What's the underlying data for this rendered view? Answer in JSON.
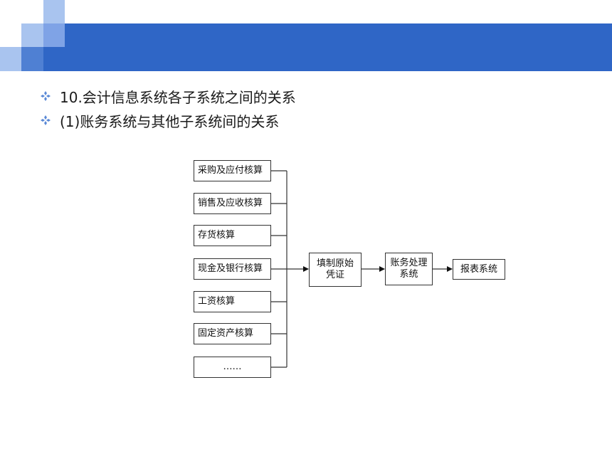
{
  "slide": {
    "bullets": [
      "10.会计信息系统各子系统之间的关系",
      "(1)账务系统与其他子系统间的关系"
    ]
  },
  "diagram": {
    "sources": [
      "采购及应付核算",
      "销售及应收核算",
      "存货核算",
      "现金及银行核算",
      "工资核算",
      "固定资产核算",
      "……"
    ],
    "voucher": {
      "line1": "填制原始",
      "line2": "凭证"
    },
    "ledger": {
      "line1": "账务处理",
      "line2": "系统"
    },
    "report": "报表系统"
  },
  "colors": {
    "header_band": "#2f66c6",
    "bullet_icon": "#5a89d6"
  }
}
